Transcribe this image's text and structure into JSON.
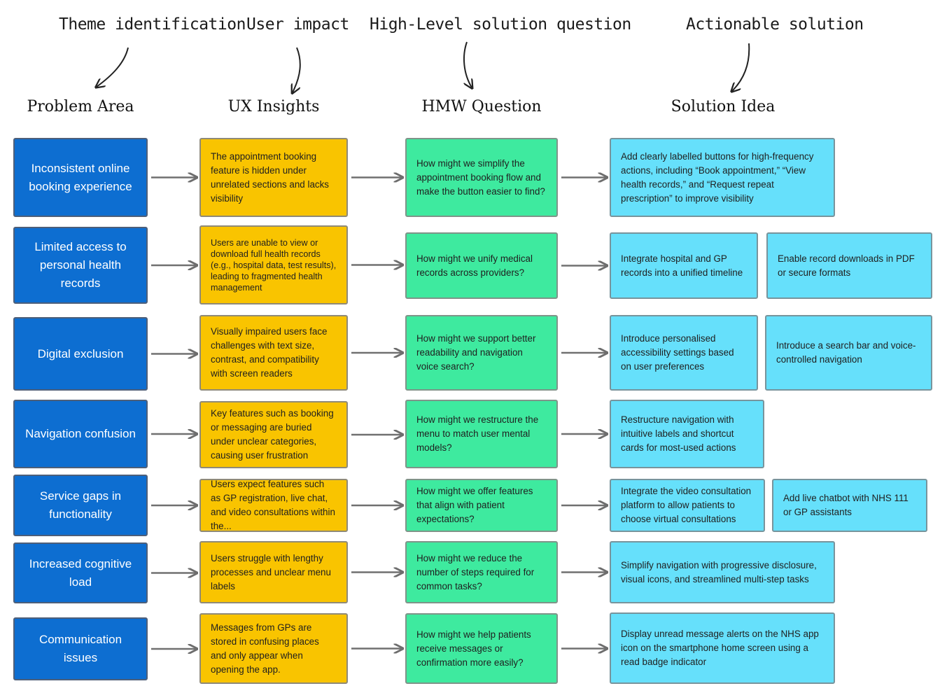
{
  "annotations": {
    "theme": "Theme identification",
    "impact": "User impact",
    "hl_question": "High-Level solution question",
    "actionable": "Actionable solution"
  },
  "columns": {
    "problem": "Problem Area",
    "ux": "UX Insights",
    "hmw": "HMW Question",
    "solution": "Solution Idea"
  },
  "rows": [
    {
      "problem": "Inconsistent online booking experience",
      "insight": "The appointment booking feature is hidden under unrelated sections and lacks visibility",
      "hmw": "How might we simplify the appointment booking flow and make the button easier to find?",
      "solutions": [
        "Add clearly labelled buttons for high-frequency actions, including “Book appointment,” “View health records,” and “Request repeat prescription” to improve visibility"
      ]
    },
    {
      "problem": "Limited access to personal health records",
      "insight": "Users are unable to view or download full health records (e.g., hospital data, test results), leading to fragmented health management",
      "hmw": "How might we unify medical records across providers?",
      "solutions": [
        "Integrate hospital and GP records into a unified timeline",
        "Enable record downloads in PDF or secure formats"
      ]
    },
    {
      "problem": "Digital exclusion",
      "insight": "Visually impaired users face challenges with text size, contrast, and compatibility with screen readers",
      "hmw": "How might we support better readability and navigation voice search?",
      "solutions": [
        "Introduce personalised accessibility settings based on user preferences",
        "Introduce a search bar and voice-controlled navigation"
      ]
    },
    {
      "problem": "Navigation confusion",
      "insight": "Key features such as booking or messaging are buried under unclear categories, causing user frustration",
      "hmw": "How might we restructure the menu to match user mental models?",
      "solutions": [
        "Restructure navigation with intuitive labels and shortcut cards for most-used actions"
      ]
    },
    {
      "problem": "Service gaps in functionality",
      "insight": "Users expect features such as GP registration, live chat, and video consultations within the...",
      "hmw": "How might we offer features that align with patient expectations?",
      "solutions": [
        "Integrate the video consultation platform to allow patients to choose virtual consultations",
        "Add live chatbot with NHS 111 or GP assistants"
      ]
    },
    {
      "problem": "Increased cognitive load",
      "insight": "Users struggle with lengthy processes and unclear menu labels",
      "hmw": "How might we reduce the number of steps required for common tasks?",
      "solutions": [
        "Simplify navigation with progressive disclosure, visual icons, and streamlined multi-step tasks"
      ]
    },
    {
      "problem": "Communication issues",
      "insight": "Messages from GPs are stored in confusing places and only appear when opening the app.",
      "hmw": "How might we help patients receive messages or confirmation more easily?",
      "solutions": [
        "Display unread message alerts on the NHS app icon on the smartphone home screen using a read badge indicator"
      ]
    }
  ]
}
